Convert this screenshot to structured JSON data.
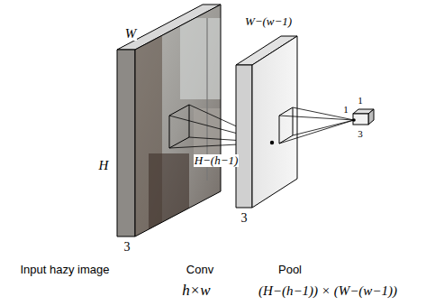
{
  "diagram": {
    "labels": [
      "W",
      "H",
      "3",
      "W−(w−1)",
      "H−(h−1)",
      "3",
      "1",
      "1",
      "3",
      "Input hazy image",
      "Conv",
      "Pool",
      "h×w",
      "(H−(h−1)) × (W−(w−1))"
    ]
  }
}
